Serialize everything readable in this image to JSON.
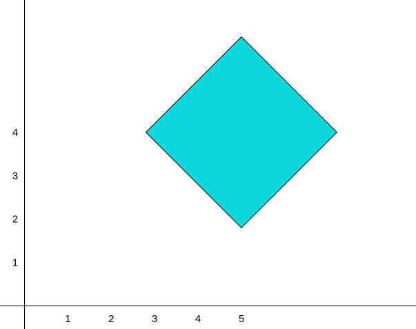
{
  "chart_data": {
    "type": "geometry",
    "x_ticks": [
      "1",
      "2",
      "3",
      "4",
      "5"
    ],
    "y_ticks": [
      "1",
      "2",
      "3",
      "4"
    ],
    "x_tick_values": [
      1,
      2,
      3,
      4,
      5
    ],
    "y_tick_values": [
      1,
      2,
      3,
      4
    ],
    "shape": {
      "kind": "polygon",
      "fill": "#0ad8dc",
      "stroke": "#000000",
      "vertices": [
        {
          "x": 5.0,
          "y": 6.2
        },
        {
          "x": 7.2,
          "y": 4.0
        },
        {
          "x": 5.0,
          "y": 1.8
        },
        {
          "x": 2.8,
          "y": 4.0
        }
      ]
    },
    "grid": false
  }
}
